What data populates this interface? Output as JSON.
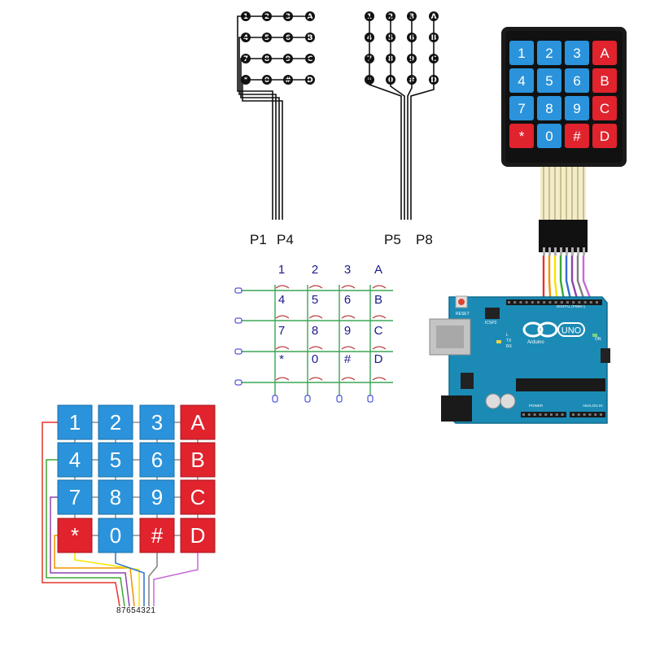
{
  "keypad": {
    "rows": [
      [
        "1",
        "2",
        "3",
        "A"
      ],
      [
        "4",
        "5",
        "6",
        "B"
      ],
      [
        "7",
        "8",
        "9",
        "C"
      ],
      [
        "*",
        "0",
        "#",
        "D"
      ]
    ],
    "colors": {
      "blue": "#2a93db",
      "red": "#e0232d",
      "blue_border": "#1a6fa8",
      "red_border": "#a8161d"
    }
  },
  "trace_diagram": {
    "left_labels": {
      "start": "P1",
      "end": "P4"
    },
    "right_labels": {
      "start": "P5",
      "end": "P8"
    }
  },
  "pin_numbers": "87654321",
  "arduino": {
    "name": "UNO",
    "brand": "Arduino",
    "reset_label": "RESET",
    "icsp_label": "ICSP2",
    "digital_label": "DIGITAL (PWM~)",
    "power_label": "POWER",
    "analog_label": "ANALOG IN",
    "tx_label": "TX",
    "rx_label": "RX",
    "on_label": "ON",
    "l_label": "L",
    "board_color": "#1b8bb5"
  },
  "wire_colors": [
    "#e6332a",
    "#f29400",
    "#f7e300",
    "#3aaa35",
    "#2f6fd1",
    "#8e44ad",
    "#7f7f7f",
    "#c56ad8"
  ]
}
